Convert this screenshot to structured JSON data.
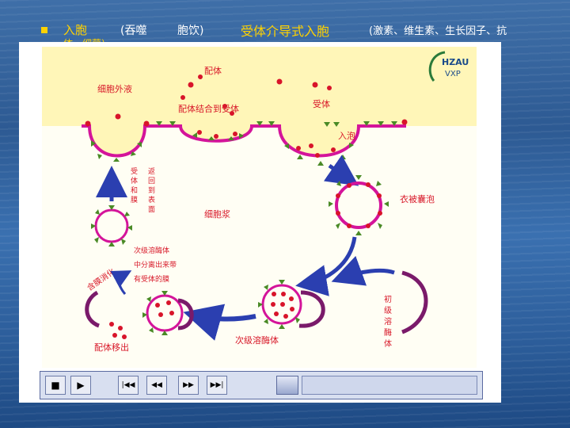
{
  "slide": {
    "bullet_title": "入胞",
    "phagocytosis": "(吞噬",
    "pinocytosis": "胞饮)",
    "rme_title": "受体介导式入胞",
    "examples_line1": "(激素、维生素、生长因子、抗",
    "examples_line2": "体、细菌)"
  },
  "logo": {
    "line1": "HZAU",
    "line2": "VXP"
  },
  "diagram": {
    "ligand": "配体",
    "extracellular": "细胞外液",
    "ligand_binding": "配体结合到受体",
    "receptor": "受体",
    "pit": "入泡",
    "coated_vesicle": "衣被囊泡",
    "cytoplasm": "细胞浆",
    "receptor_return_chars": [
      "受",
      "体",
      "和",
      "膜"
    ],
    "return_surface_chars": [
      "返",
      "回",
      "到",
      "表",
      "面"
    ],
    "secondary_lyso_note_lines": [
      "次级溶酶体",
      "中分离出来带",
      "有受体的膜"
    ],
    "membrane_lysis": "含膜消化",
    "ligand_out": "配体移出",
    "secondary_lysosome": "次级溶酶体",
    "primary_lysosome_chars": [
      "初",
      "级",
      "溶",
      "酶",
      "体"
    ]
  },
  "player": {
    "stop": "■",
    "play": "▶",
    "first": "|◀◀",
    "rewind": "◀◀",
    "forward": "▶▶",
    "last": "▶▶|"
  },
  "colors": {
    "magenta": "#d4149a",
    "ligand_red": "#d8142a",
    "receptor_green": "#4a8a26",
    "label_red": "#d81a2a",
    "arrow_blue": "#2b3fb0"
  }
}
